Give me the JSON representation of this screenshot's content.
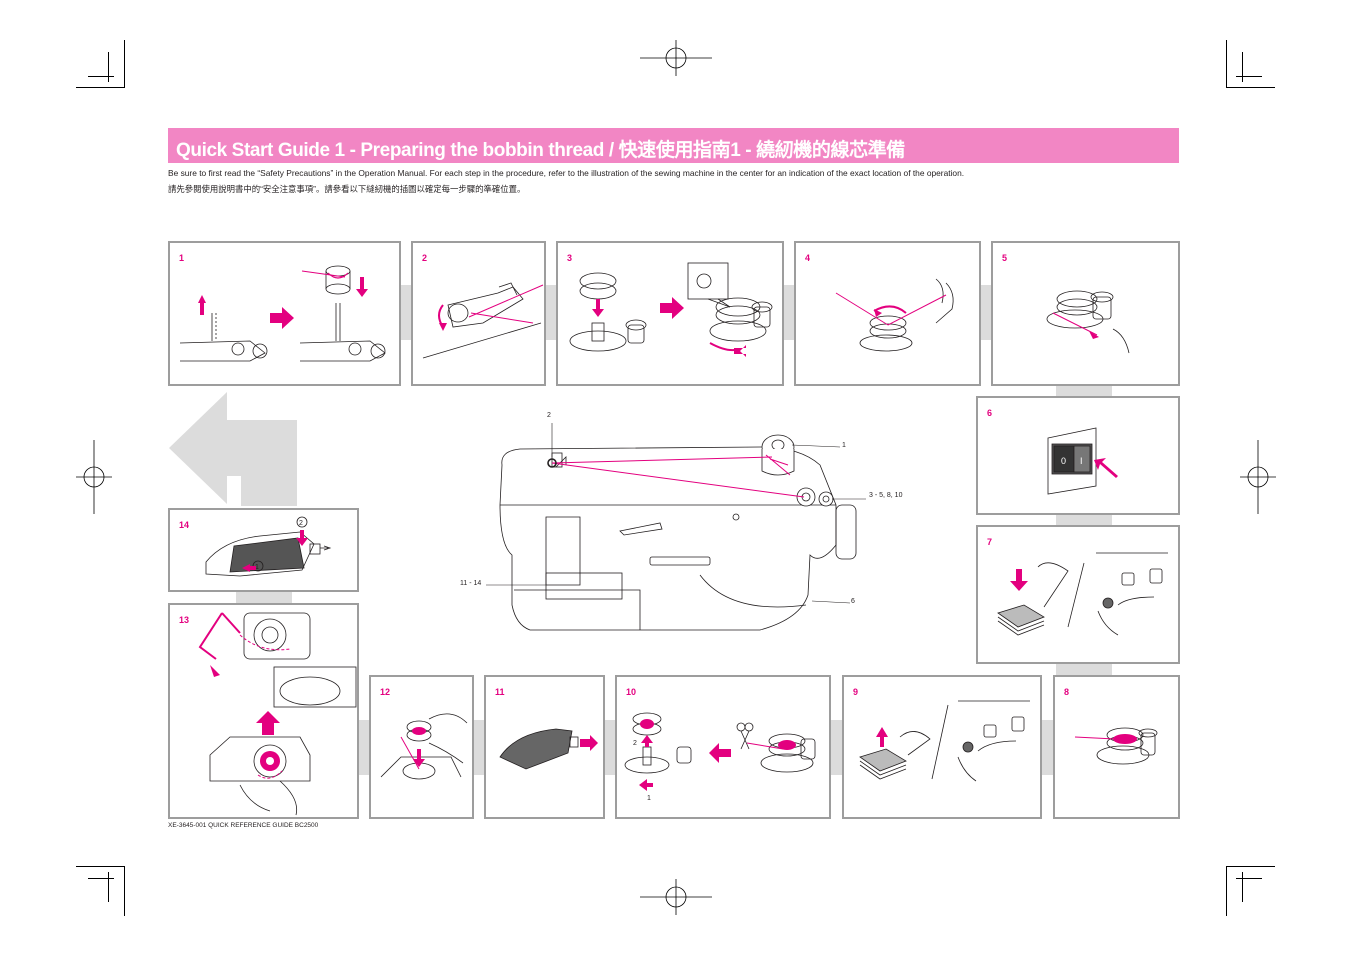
{
  "title": "Quick Start Guide 1 - Preparing the bobbin thread /  快速使用指南1 - 繞紉機的線芯準備",
  "intro_en": "Be sure to first read the “Safety Precautions” in the Operation Manual.  For each step in the procedure, refer to the illustration of the sewing machine in the center for an indication of the exact location of the operation.",
  "intro_zh": "請先參閱使用說明書中的“安全注意事項”。請參看以下縫紉機的插圖以確定每一步驟的準確位置。",
  "steps": {
    "s1": "1",
    "s2": "2",
    "s3": "3",
    "s4": "4",
    "s5": "5",
    "s6": "6",
    "s7": "7",
    "s8": "8",
    "s9": "9",
    "s10": "10",
    "s11": "11",
    "s12": "12",
    "s13": "13",
    "s14": "14"
  },
  "machine_callouts": {
    "c1": "1",
    "c2": "2",
    "c3": "3 - 5, 8, 10",
    "c6": "6",
    "c11": "11 - 14"
  },
  "step10_labels": {
    "a": "2",
    "b": "1"
  },
  "footer": "XE-3645-001 QUICK REFERENCE GUIDE BC2500",
  "colors": {
    "accent": "#e3007f",
    "banner": "#f286c4",
    "panel_border": "#9d9d9d",
    "flow": "#dcdcdc"
  }
}
